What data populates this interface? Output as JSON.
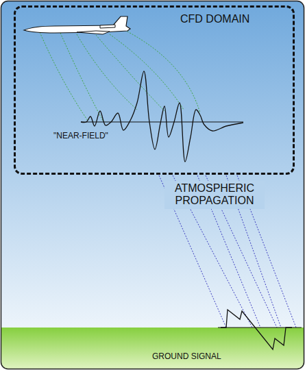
{
  "diagram": {
    "nodes": [
      {
        "text": [
          "CFD DOMAIN",
          "\"NEAR-FIELD\""
        ]
      },
      {
        "text": [
          "GROUND SIGNAL"
        ]
      }
    ],
    "labels": [
      "ATMOSPHERIC PROPAGATION"
    ]
  }
}
